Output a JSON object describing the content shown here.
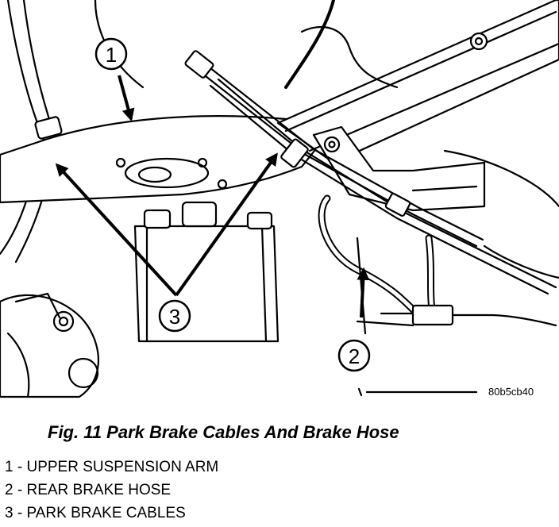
{
  "figure": {
    "reference_code": "80b5cb40",
    "callouts": [
      {
        "number": "1"
      },
      {
        "number": "2"
      },
      {
        "number": "3"
      }
    ]
  },
  "caption": "Fig. 11 Park Brake Cables And Brake Hose",
  "legend": [
    {
      "number": "1",
      "separator": " - ",
      "label": "UPPER SUSPENSION ARM"
    },
    {
      "number": "2",
      "separator": " - ",
      "label": "REAR BRAKE HOSE"
    },
    {
      "number": "3",
      "separator": " - ",
      "label": "PARK BRAKE CABLES"
    }
  ]
}
